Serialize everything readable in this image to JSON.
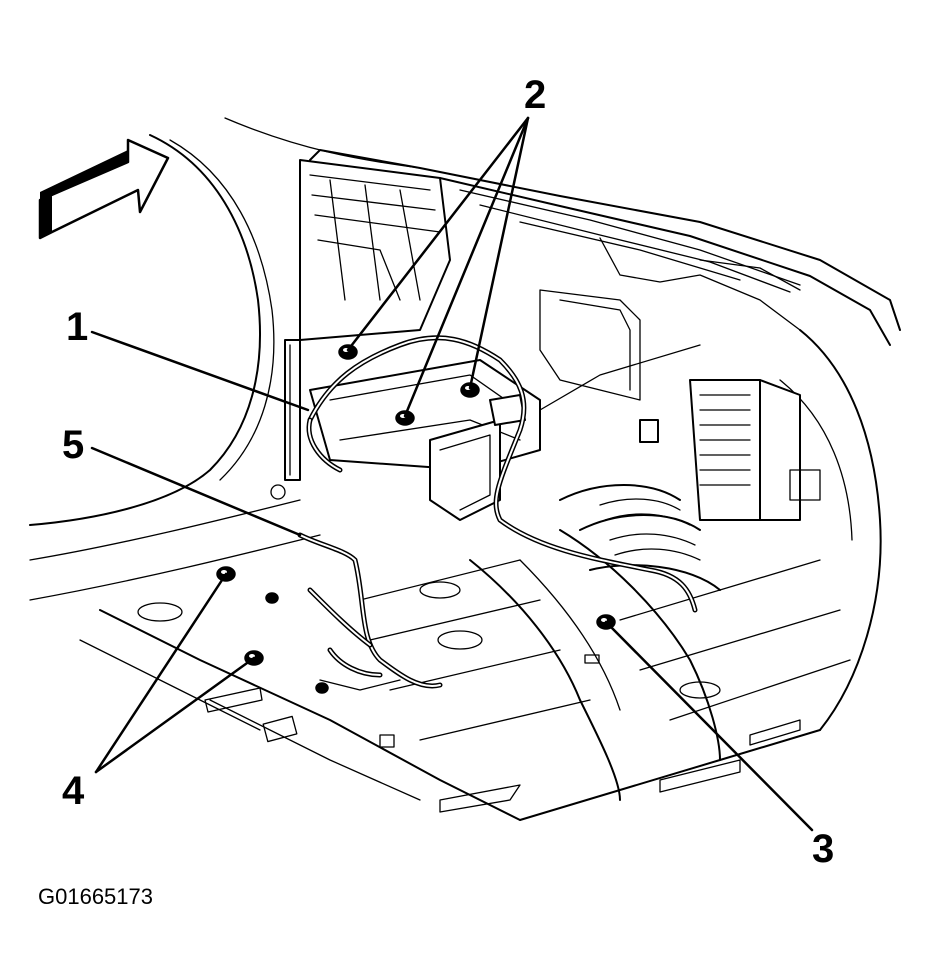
{
  "figure": {
    "id_text": "G01665173"
  },
  "callouts": [
    {
      "number": "1"
    },
    {
      "number": "2"
    },
    {
      "number": "3"
    },
    {
      "number": "4"
    },
    {
      "number": "5"
    }
  ],
  "icons": {
    "view_arrow": "forward-direction-arrow-icon"
  },
  "colors": {
    "ink": "#000000",
    "paper": "#ffffff"
  }
}
